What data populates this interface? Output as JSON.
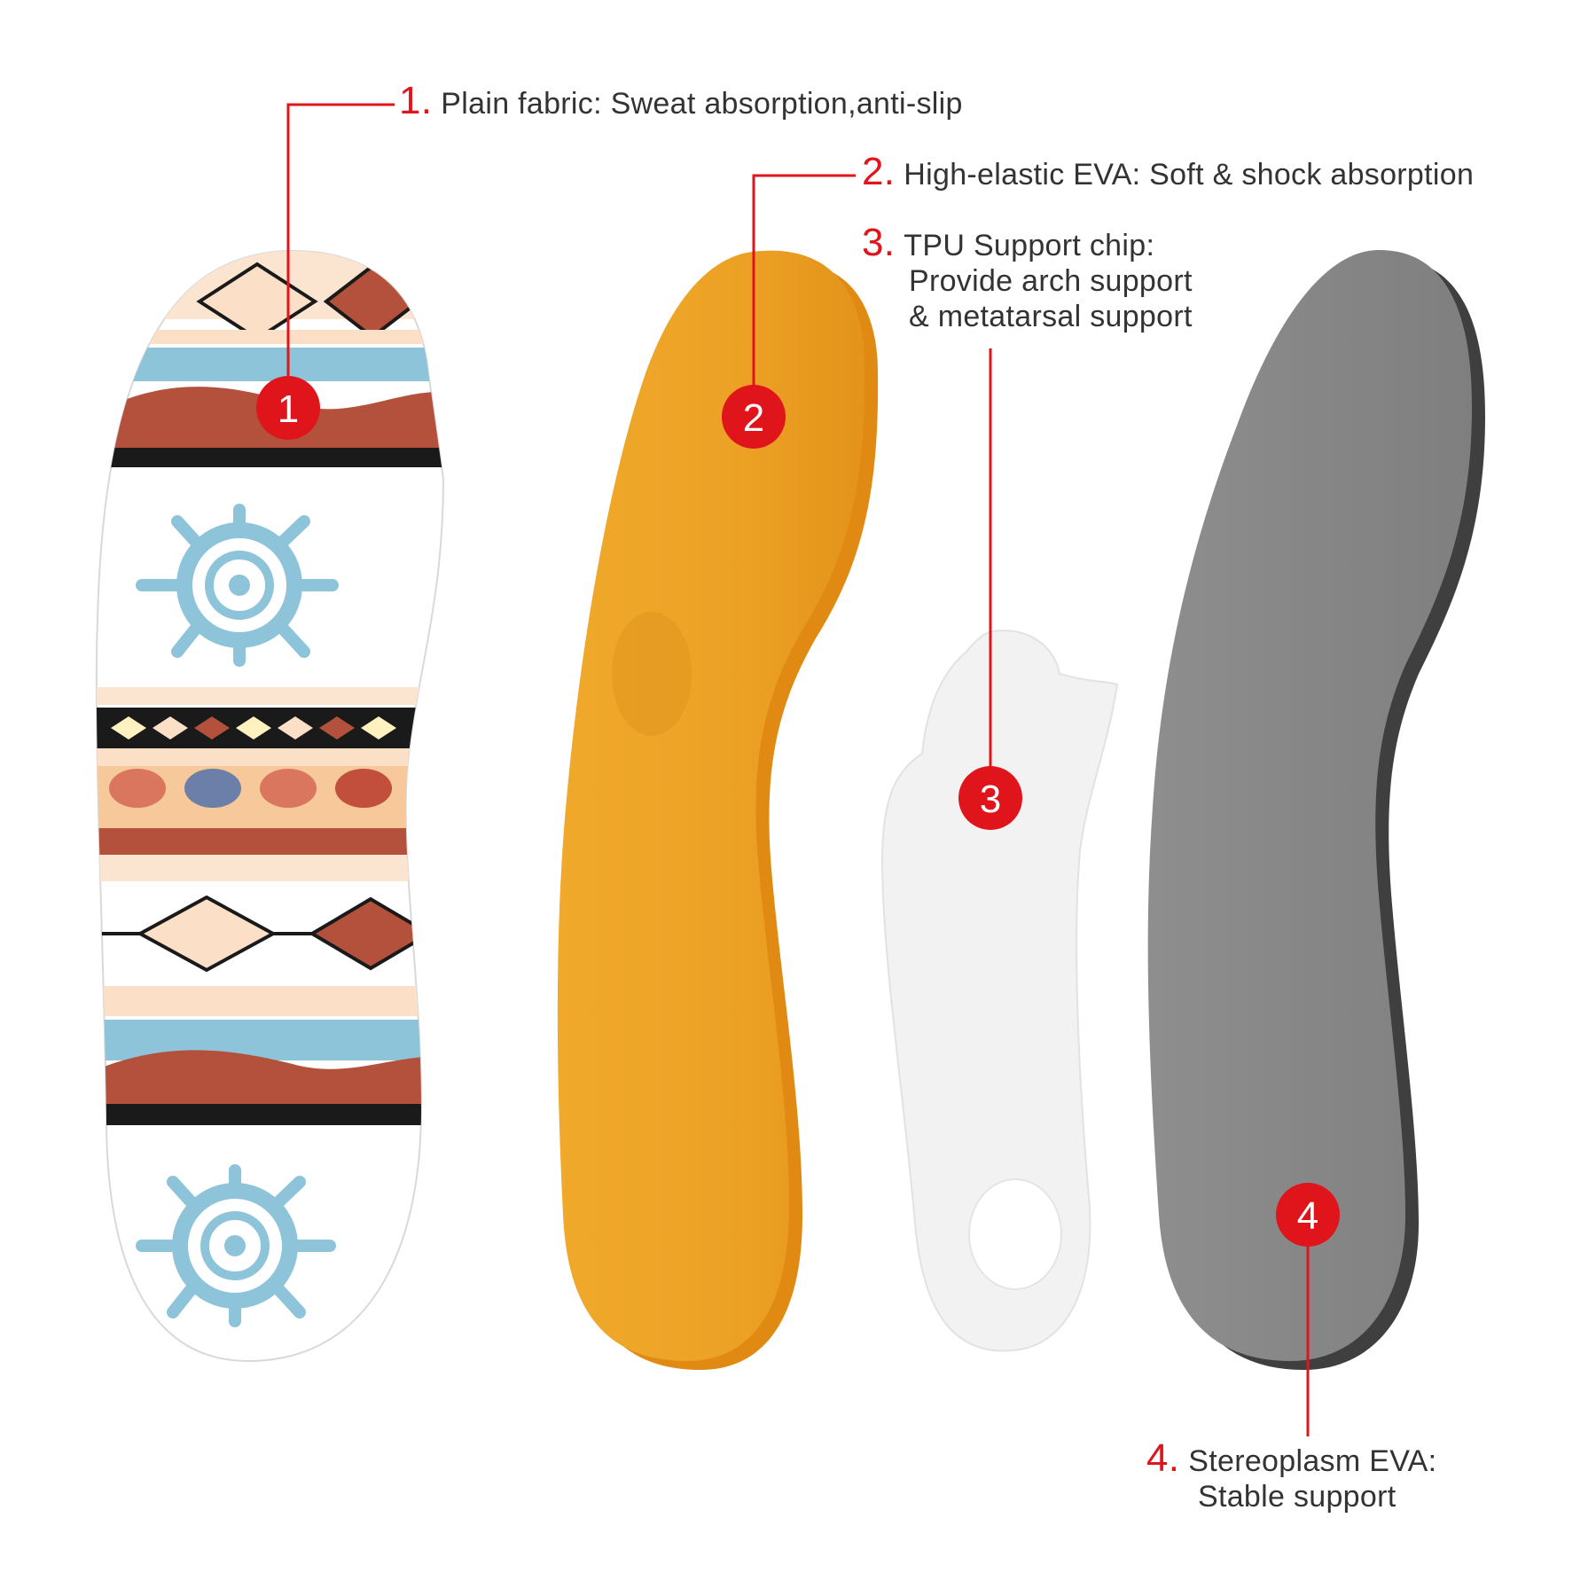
{
  "colors": {
    "accent": "#e0141b",
    "text": "#333333",
    "eva_yellow": "#eea528",
    "tpu_white": "#f2f2f2",
    "base_gray": "#8c8c8c",
    "pattern_blue": "#8ec4da",
    "pattern_red": "#b4513c",
    "pattern_cream": "#fbdfc7"
  },
  "layers": [
    {
      "marker": "1",
      "number": "1.",
      "lines": [
        "Plain fabric: Sweat absorption,anti-slip"
      ]
    },
    {
      "marker": "2",
      "number": "2.",
      "lines": [
        "High-elastic EVA: Soft & shock absorption"
      ]
    },
    {
      "marker": "3",
      "number": "3.",
      "lines": [
        "TPU Support chip:",
        "Provide arch support",
        "& metatarsal support"
      ]
    },
    {
      "marker": "4",
      "number": "4.",
      "lines": [
        "Stereoplasm EVA:",
        "Stable support"
      ]
    }
  ]
}
